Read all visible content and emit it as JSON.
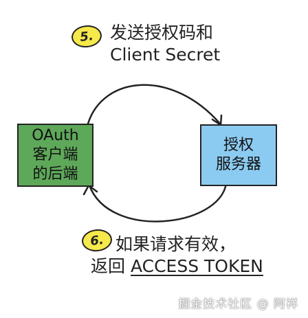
{
  "steps": [
    {
      "number": "5.",
      "lines": [
        "发送授权码和",
        "Client Secret"
      ]
    },
    {
      "number": "6.",
      "lines": [
        "如果请求有效，",
        "返回"
      ],
      "emphasis": "ACCESS TOKEN"
    }
  ],
  "nodes": {
    "client": {
      "lines": [
        "OAuth",
        "客户端",
        "的后端"
      ],
      "color": "#5ea85a"
    },
    "server": {
      "lines": [
        "授权",
        "服务器"
      ],
      "color": "#8ccbf1"
    }
  },
  "badge_color": "#f6e94b",
  "watermark": "掘金技术社区 @ 阿祥"
}
